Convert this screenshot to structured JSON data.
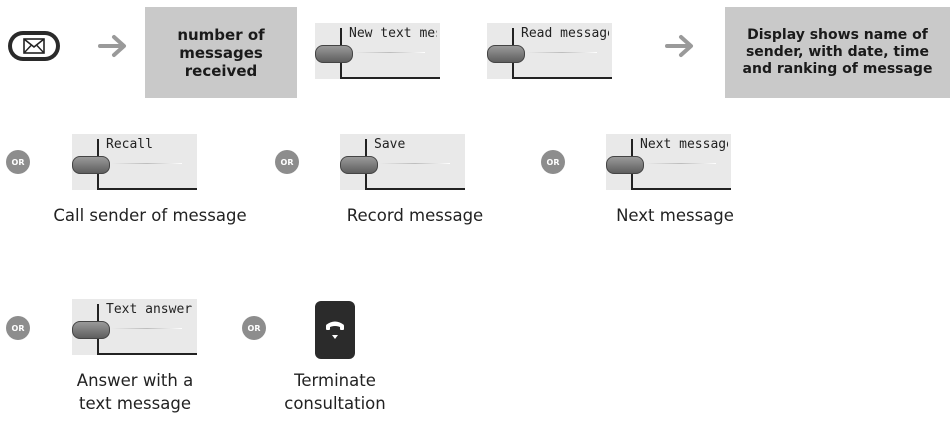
{
  "row1": {
    "count_box": "number of messages received",
    "new_text_label": "New text message",
    "read_label": "Read message",
    "display_box": "Display shows name of sender, with date, time and ranking of message"
  },
  "row2": {
    "or": "OR",
    "recall_label": "Recall",
    "recall_caption": "Call sender of message",
    "save_label": "Save",
    "save_caption": "Record message",
    "next_label": "Next message",
    "next_caption": "Next message"
  },
  "row3": {
    "or": "OR",
    "text_answer_label": "Text answer",
    "text_answer_caption_1": "Answer with a",
    "text_answer_caption_2": "text message",
    "terminate_caption_1": "Terminate",
    "terminate_caption_2": "consultation"
  },
  "icons": {
    "mail_key": "envelope-icon",
    "arrow": "arrow-right-icon",
    "hangup": "hang-up-icon"
  }
}
